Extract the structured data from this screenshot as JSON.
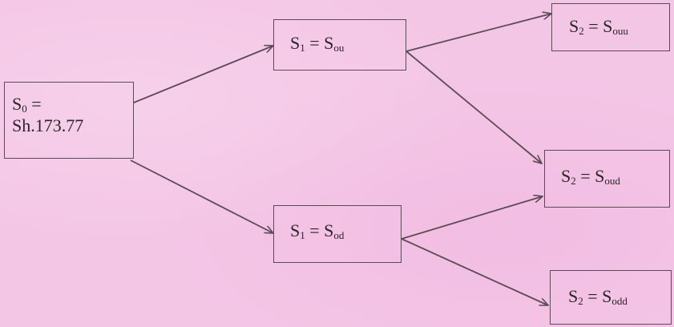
{
  "nodes": [
    {
      "id": "s0",
      "label": "S",
      "sub": "0",
      "rhs_line1": " =",
      "rhs_line2": "Sh.173.77"
    },
    {
      "id": "s1_ou",
      "label": "S",
      "sub": "1",
      "eq": " = ",
      "rhs": "S",
      "rhs_sub": "ou"
    },
    {
      "id": "s1_od",
      "label": "S",
      "sub": "1",
      "eq": " = ",
      "rhs": "S",
      "rhs_sub": "od"
    },
    {
      "id": "s2_ouu",
      "label": "S",
      "sub": "2",
      "eq": " = ",
      "rhs": "S",
      "rhs_sub": "ouu"
    },
    {
      "id": "s2_oud",
      "label": "S",
      "sub": "2",
      "eq": " = ",
      "rhs": "S",
      "rhs_sub": "oud"
    },
    {
      "id": "s2_odd",
      "label": "S",
      "sub": "2",
      "eq": " = ",
      "rhs": "S",
      "rhs_sub": "odd"
    }
  ],
  "edges": [
    {
      "from": "s0",
      "to": "s1_ou"
    },
    {
      "from": "s0",
      "to": "s1_od"
    },
    {
      "from": "s1_ou",
      "to": "s2_ouu"
    },
    {
      "from": "s1_ou",
      "to": "s2_oud"
    },
    {
      "from": "s1_od",
      "to": "s2_oud"
    },
    {
      "from": "s1_od",
      "to": "s2_odd"
    }
  ],
  "colors": {
    "background": "#f4c6e6",
    "line": "#5c4a55",
    "text": "#2a2428"
  }
}
